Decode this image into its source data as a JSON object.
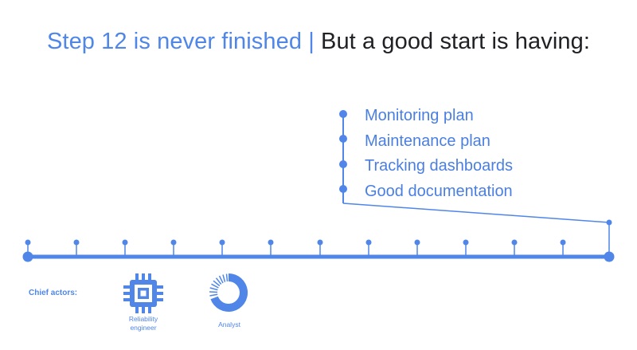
{
  "title": {
    "accent_part": "Step 12 is never finished |",
    "dark_part": " But a good start is having:"
  },
  "checklist": [
    "Monitoring plan",
    "Maintenance plan",
    "Tracking dashboards",
    "Good documentation"
  ],
  "actors": {
    "label": "Chief actors:",
    "items": [
      {
        "caption_line1": "Reliability",
        "caption_line2": "engineer",
        "icon": "chip-icon"
      },
      {
        "caption_line1": "Analyst",
        "caption_line2": "",
        "icon": "donut-chart-icon"
      }
    ]
  },
  "colors": {
    "accent": "#4f86e8",
    "text_dark": "#202124"
  }
}
